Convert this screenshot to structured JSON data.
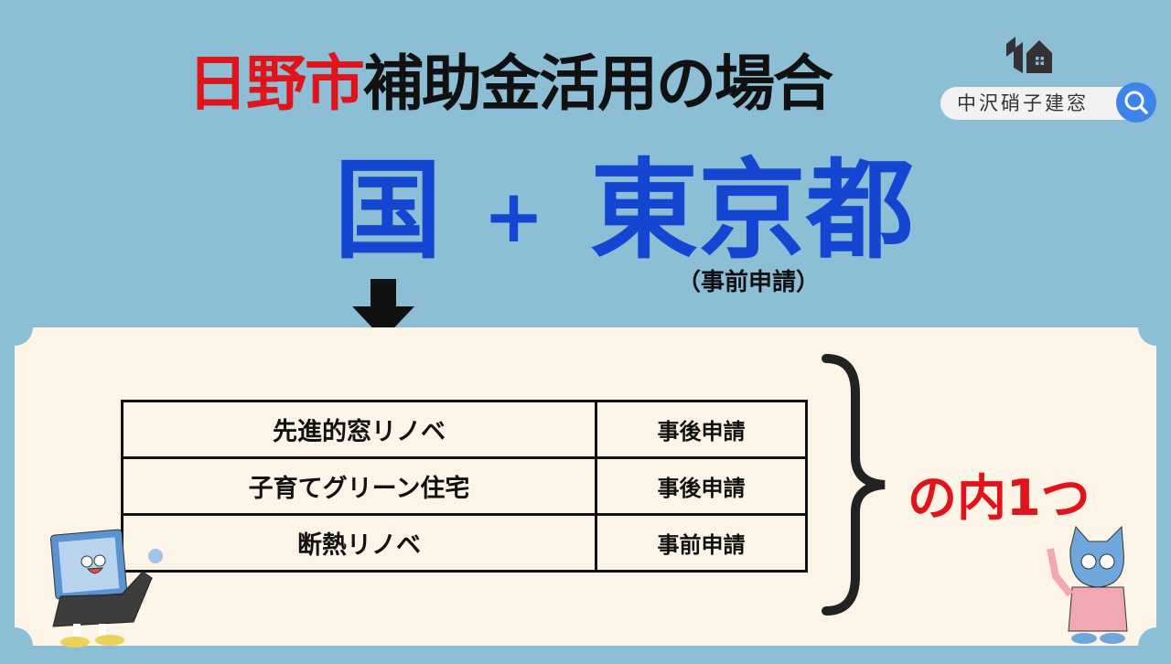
{
  "title": {
    "red": "日野市",
    "black": "補助金活用の場合"
  },
  "combo": {
    "left": "国",
    "plus": "+",
    "right": "東京都",
    "note": "（事前申請）"
  },
  "table": {
    "rows": [
      {
        "program": "先進的窓リノベ",
        "timing": "事後申請"
      },
      {
        "program": "子育てグリーン住宅",
        "timing": "事後申請"
      },
      {
        "program": "断熱リノベ",
        "timing": "事前申請"
      }
    ]
  },
  "choice": "の内1つ",
  "brand": {
    "name": "中沢硝子建窓",
    "icon": "search-icon"
  },
  "colors": {
    "background": "#8cbfd5",
    "accent_red": "#e0141b",
    "accent_blue": "#1446d2",
    "panel": "#fdf4e8"
  }
}
